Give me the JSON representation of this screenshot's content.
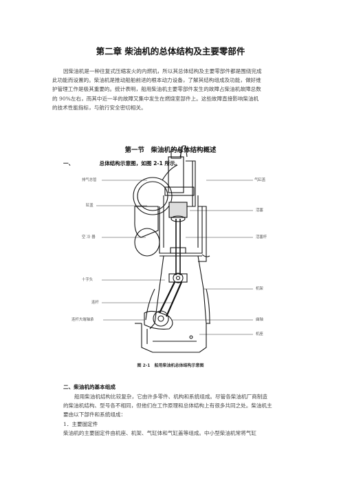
{
  "chapter_title": "第二章 柴油机的总体结构及主要零部件",
  "intro": [
    "因柴油机是一种往复式压缩发火的内燃机，所以其总体结构及主要零部件都是围绕完成",
    "此功能而设置的。柴油机是推动船舶前进的根本动力设备，了解其结构组成及功能，做好维",
    "护管理工作是极其重要的。统计表明，船用柴油机主要零部件发生的故障占柴油机故障总数",
    "的 90%左右，而其中近一半的故障又集中发生在燃烧室部件上。这些故障直接影响柴油机",
    "的技术性能指标，与航行安全密切相关。"
  ],
  "section_title": "第一节　柴油机的总体结构概述",
  "heading1": {
    "number": "一、",
    "text": "总体结构示意图，如图 2-1 所示。"
  },
  "figure": {
    "left_labels": [
      "排气总管",
      "缸盖",
      "空 冷 器",
      "十字头",
      "连杆",
      "连杆大端轴承"
    ],
    "right_labels": [
      "气缸盖",
      "活塞",
      "活塞杆",
      "机架",
      "曲轴",
      "机座"
    ],
    "caption": "图 2-1　船用柴油机总体结构示意图"
  },
  "heading2": "二、柴油机的基本组成",
  "body2": [
    "船用柴油机结构比较复杂，它由许多零件、机构和系统组成。尽管各柴油机厂商制造",
    "的柴油机结构、型号各不相同，但他们在工作原理和总体结构上有很多共同之处。柴油机主",
    "要由以下部件和系统组成："
  ],
  "sub1": "1．主要固定件",
  "body3": "柴油机的主要固定件由机座、机架、气缸体和气缸盖等组成。中小型柴油机常将气缸"
}
